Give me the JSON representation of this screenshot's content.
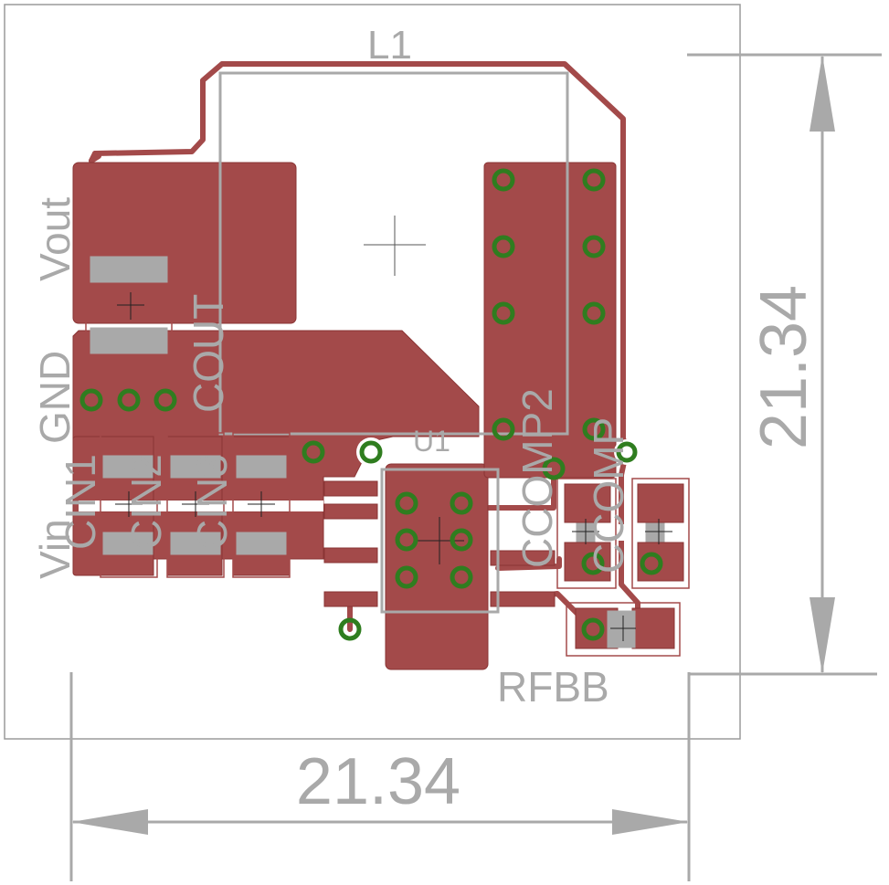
{
  "board": {
    "outline_color": "#9a9a9a",
    "copper_color": "#a34a4a",
    "copper_edge_color": "#8a3434",
    "silk_color": "#a9a9a9",
    "via_color": "#2f7d1f",
    "dim_color": "#a9a9a9"
  },
  "labels": {
    "l1": "L1",
    "vout": "Vout",
    "gnd": "GND",
    "vin": "Vin",
    "cout": "COUT",
    "cin1": "CIN1",
    "cin2": "CIN2",
    "cin3": "CIN3",
    "u1": "U1",
    "ccomp2": "CCOMP2",
    "ccomp": "CCOMP",
    "rfbb": "RFBB"
  },
  "dimensions": {
    "horizontal": "21.34",
    "vertical": "21.34"
  }
}
